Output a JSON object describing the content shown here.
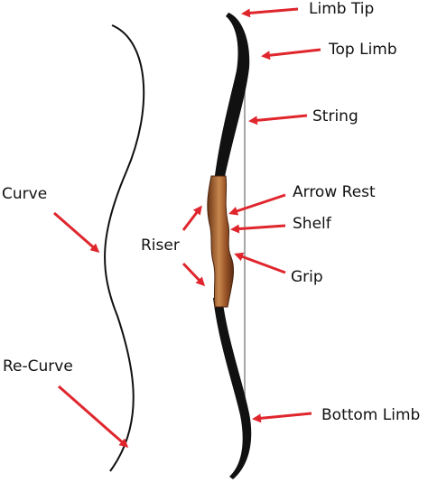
{
  "labels": {
    "limb_tip": "Limb Tip",
    "top_limb": "Top Limb",
    "string": "String",
    "arrow_rest": "Arrow Rest",
    "shelf": "Shelf",
    "grip": "Grip",
    "riser": "Riser",
    "curve": "Curve",
    "re_curve": "Re-Curve",
    "bottom_limb": "Bottom Limb"
  },
  "colors": {
    "arrow": "#e0262d",
    "limb": "#111111",
    "wood_dark": "#7a3f1c",
    "wood_light": "#c9894f",
    "string": "#8a8a8a",
    "outline": "#111111"
  }
}
